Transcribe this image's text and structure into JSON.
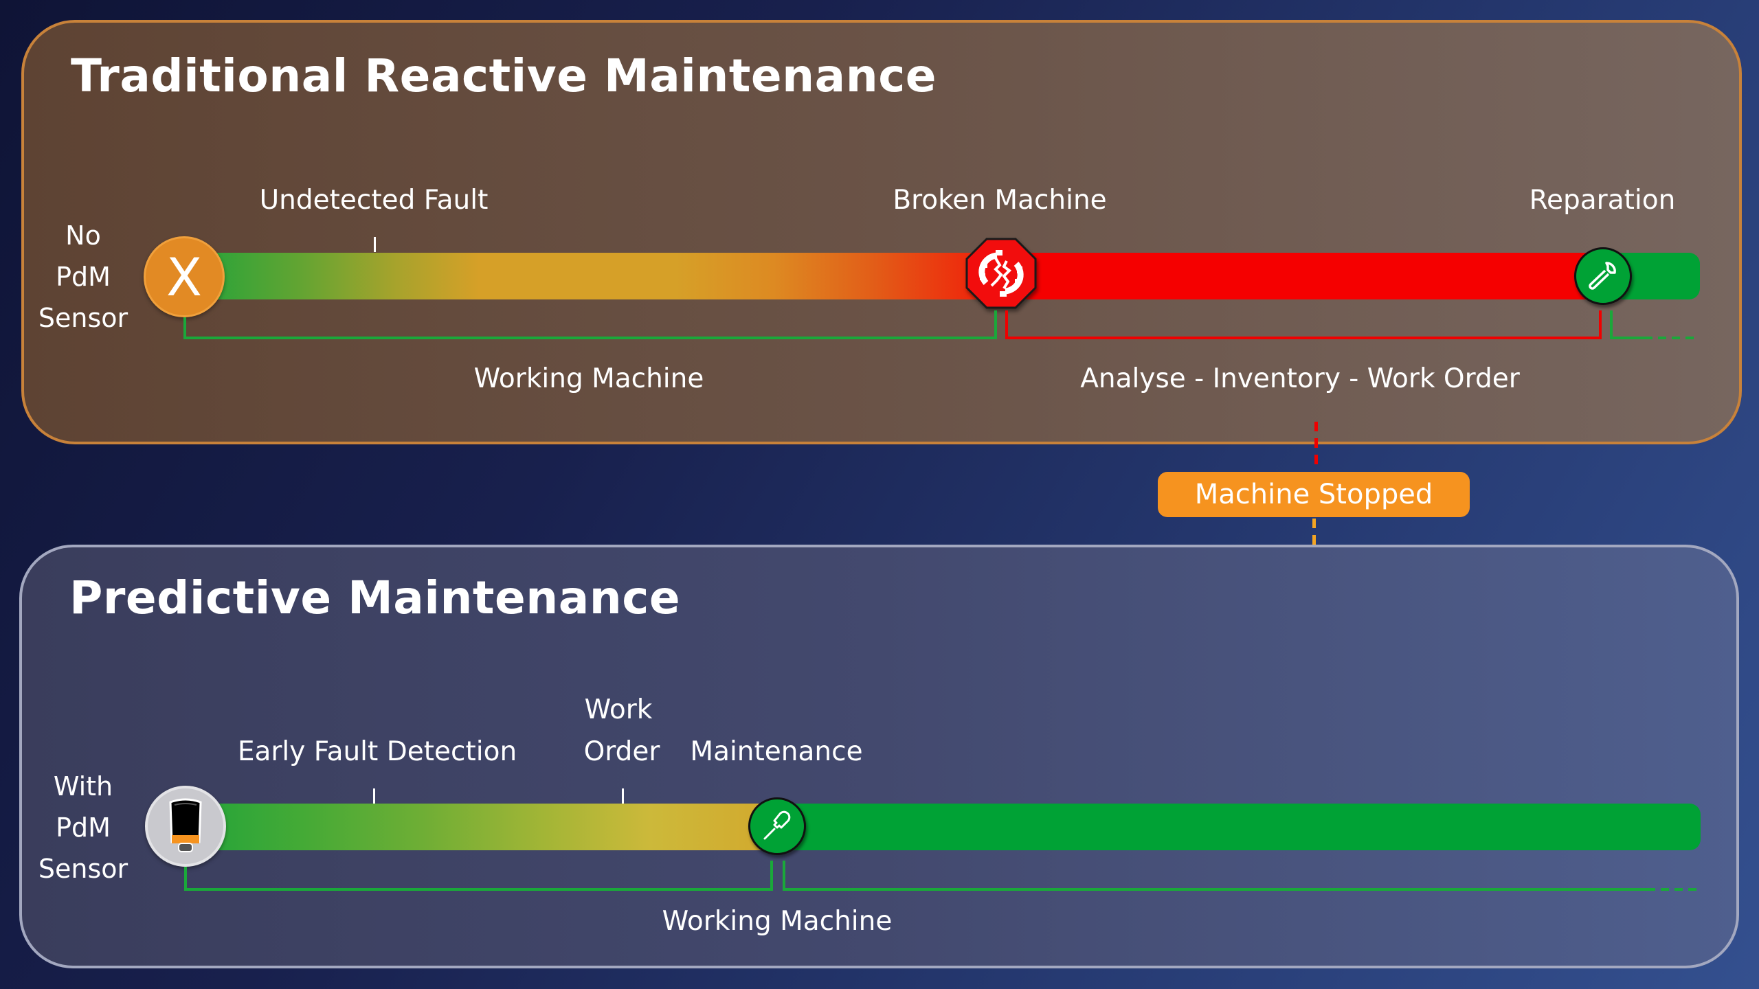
{
  "colors": {
    "reactive_border": "#c8823a",
    "predictive_border": "#a3a8c0",
    "working_green": "#00a235",
    "broken_red": "#f50000",
    "warning_orange": "#f6931f"
  },
  "reactive": {
    "title": "Traditional Reactive Maintenance",
    "side_label": [
      "No",
      "PdM",
      "Sensor"
    ],
    "start_icon_letter": "X",
    "events": [
      {
        "label": "Undetected Fault",
        "icon": "tick"
      },
      {
        "label": "Broken Machine",
        "icon": "broken-gear-icon"
      },
      {
        "label": "Reparation",
        "icon": "wrench-icon"
      }
    ],
    "phases": [
      {
        "label": "Working Machine",
        "color": "green"
      },
      {
        "label": "Analyse - Inventory - Work Order",
        "color": "red"
      }
    ]
  },
  "callout": {
    "label": "Machine Stopped"
  },
  "predictive": {
    "title": "Predictive Maintenance",
    "side_label": [
      "With",
      "PdM",
      "Sensor"
    ],
    "start_icon": "sensor-icon",
    "events": [
      {
        "label": "Early Fault Detection",
        "icon": "tick"
      },
      {
        "label_line1": "Work",
        "label_line2": "Order",
        "icon": "tick"
      },
      {
        "label": "Maintenance",
        "icon": "screwdriver-icon"
      }
    ],
    "phases": [
      {
        "label": "Working Machine",
        "color": "green"
      }
    ]
  }
}
